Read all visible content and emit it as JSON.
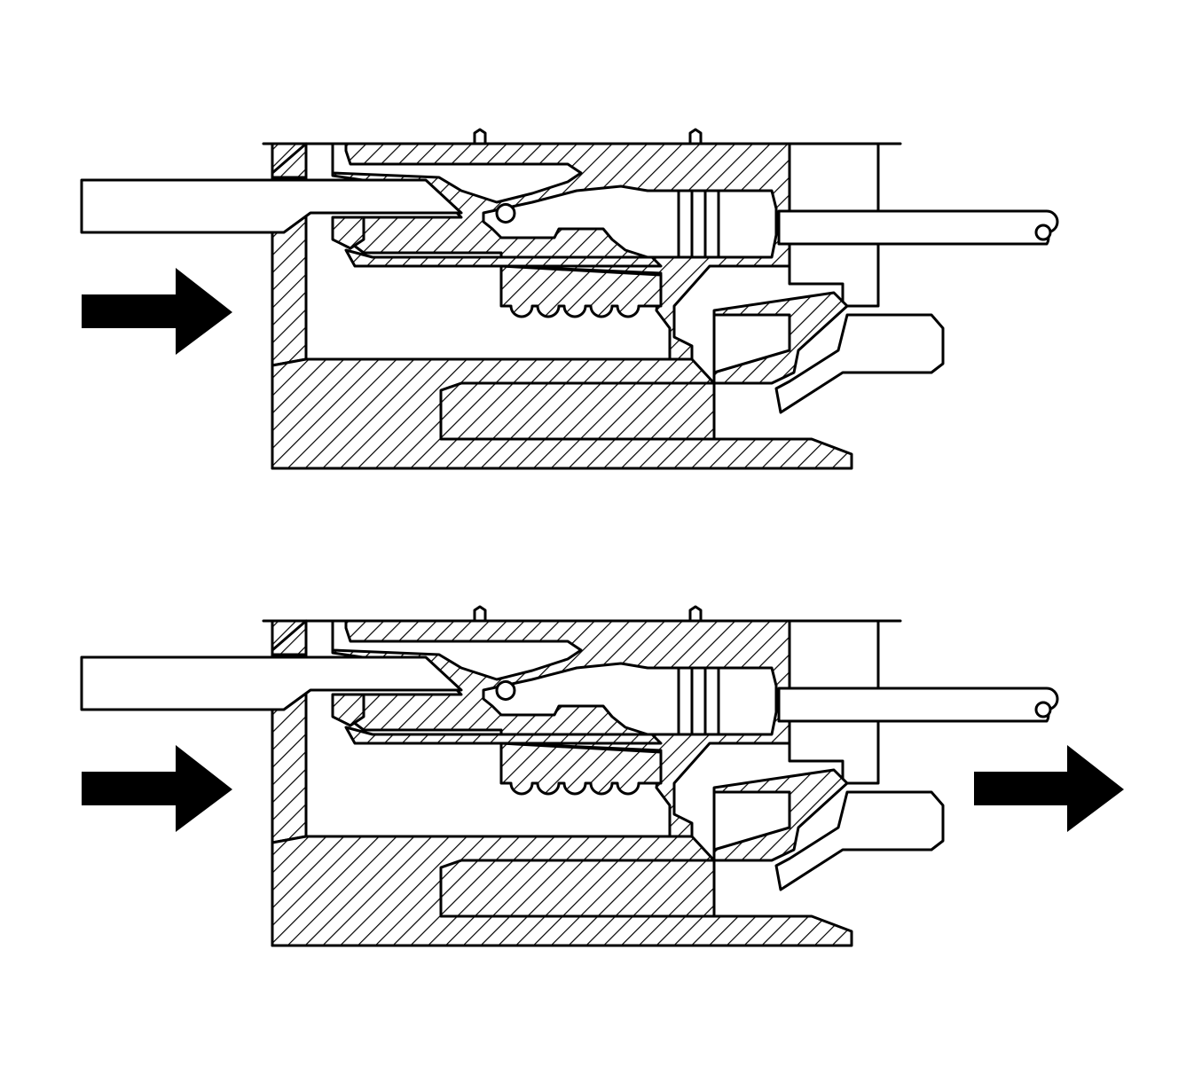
{
  "diagram": {
    "panels": [
      {
        "id": "top",
        "state": "pushed-in",
        "arrows": [
          "push-arrow"
        ]
      },
      {
        "id": "bottom",
        "state": "pushed-in-then-pulled",
        "arrows": [
          "push-arrow",
          "pull-arrow"
        ]
      }
    ],
    "colors": {
      "line": "#000000",
      "background": "#ffffff",
      "hatch": "#000000"
    }
  }
}
